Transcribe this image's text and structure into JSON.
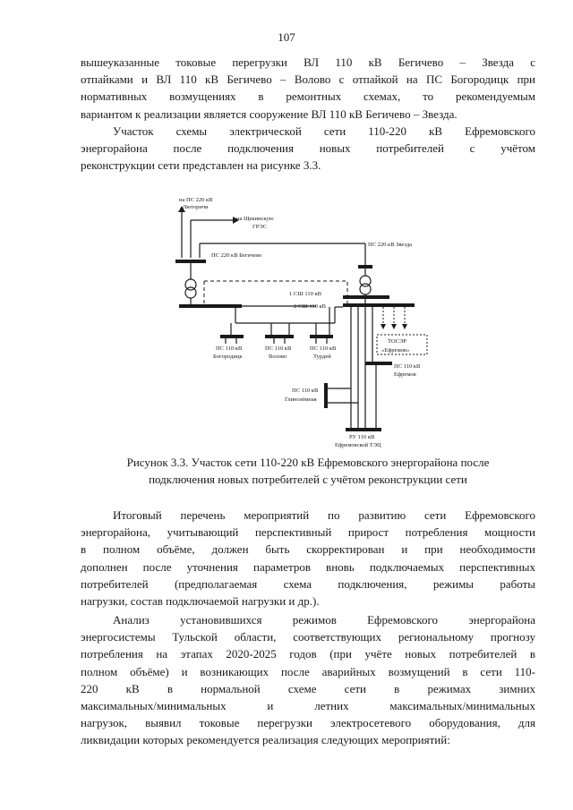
{
  "page_number": "107",
  "paragraph1": [
    "вышеуказанные токовые перегрузки ВЛ 110 кВ Бегичево – Звезда с",
    "отпайками и ВЛ 110 кВ Бегичево – Волово с отпайкой на ПС Богородицк при",
    "нормативных возмущениях в ремонтных схемах, то рекомендуемым",
    "вариантом к реализации является сооружение ВЛ 110 кВ Бегичево – Звезда."
  ],
  "paragraph2": [
    "Участок схемы электрической сети 110-220 кВ Ефремовского",
    "энергорайона после подключения новых потребителей с учётом",
    "реконструкции сети представлен на рисунке 3.3."
  ],
  "diagram": {
    "label_liutorichi_1": "на ПС 220 кВ",
    "label_liutorichi_2": "Люторичи",
    "label_shchekino_1": "на Щекинскую",
    "label_shchekino_2": "ГРЭС",
    "label_begichevo": "ПС 220 кВ Бегичево",
    "label_zvezda": "ПС 220 кВ Звезда",
    "label_bus1": "1 СШ 110 кВ",
    "label_bus2": "2 СШ 110 кВ",
    "ps_bogoroditsk_1": "ПС 110 кВ",
    "ps_bogoroditsk_2": "Богородицк",
    "ps_volovo_1": "ПС 110 кВ",
    "ps_volovo_2": "Волово",
    "ps_turdei_1": "ПС 110 кВ",
    "ps_turdei_2": "Турдей",
    "tosor_1": "ТОСЭР",
    "tosor_2": "«Ефремов»",
    "ps_efremov_1": "ПС 110 кВ",
    "ps_efremov_2": "Ефремов",
    "ps_glinozemnaya_1": "ПС 110 кВ",
    "ps_glinozemnaya_2": "Глинозёмная",
    "ru_1": "РУ 110 кВ",
    "ru_2": "Ефремовской ТЭЦ"
  },
  "caption": [
    "Рисунок 3.3. Участок сети 110-220 кВ Ефремовского энергорайона после",
    "подключения новых потребителей с учётом реконструкции сети"
  ],
  "paragraph3": [
    "Итоговый перечень мероприятий по развитию сети Ефремовского",
    "энергорайона, учитывающий перспективный прирост потребления мощности",
    "в полном объёме, должен быть скорректирован и при необходимости",
    "дополнен после уточнения параметров вновь подключаемых перспективных",
    "потребителей (предполагаемая схема подключения, режимы работы",
    "нагрузки, состав подключаемой нагрузки и др.)."
  ],
  "paragraph4": [
    "Анализ установившихся режимов Ефремовского энергорайона",
    "энергосистемы Тульской области, соответствующих региональному прогнозу",
    "потребления на этапах 2020-2025 годов (при учёте новых потребителей в",
    "полном объёме) и возникающих после аварийных возмущений в сети 110-",
    "220 кВ в нормальной схеме сети в режимах зимних",
    "максимальных/минимальных и летних максимальных/минимальных",
    "нагрузок, выявил токовые перегрузки электросетевого оборудования, для",
    "ликвидации которых рекомендуется реализация следующих мероприятий:"
  ]
}
